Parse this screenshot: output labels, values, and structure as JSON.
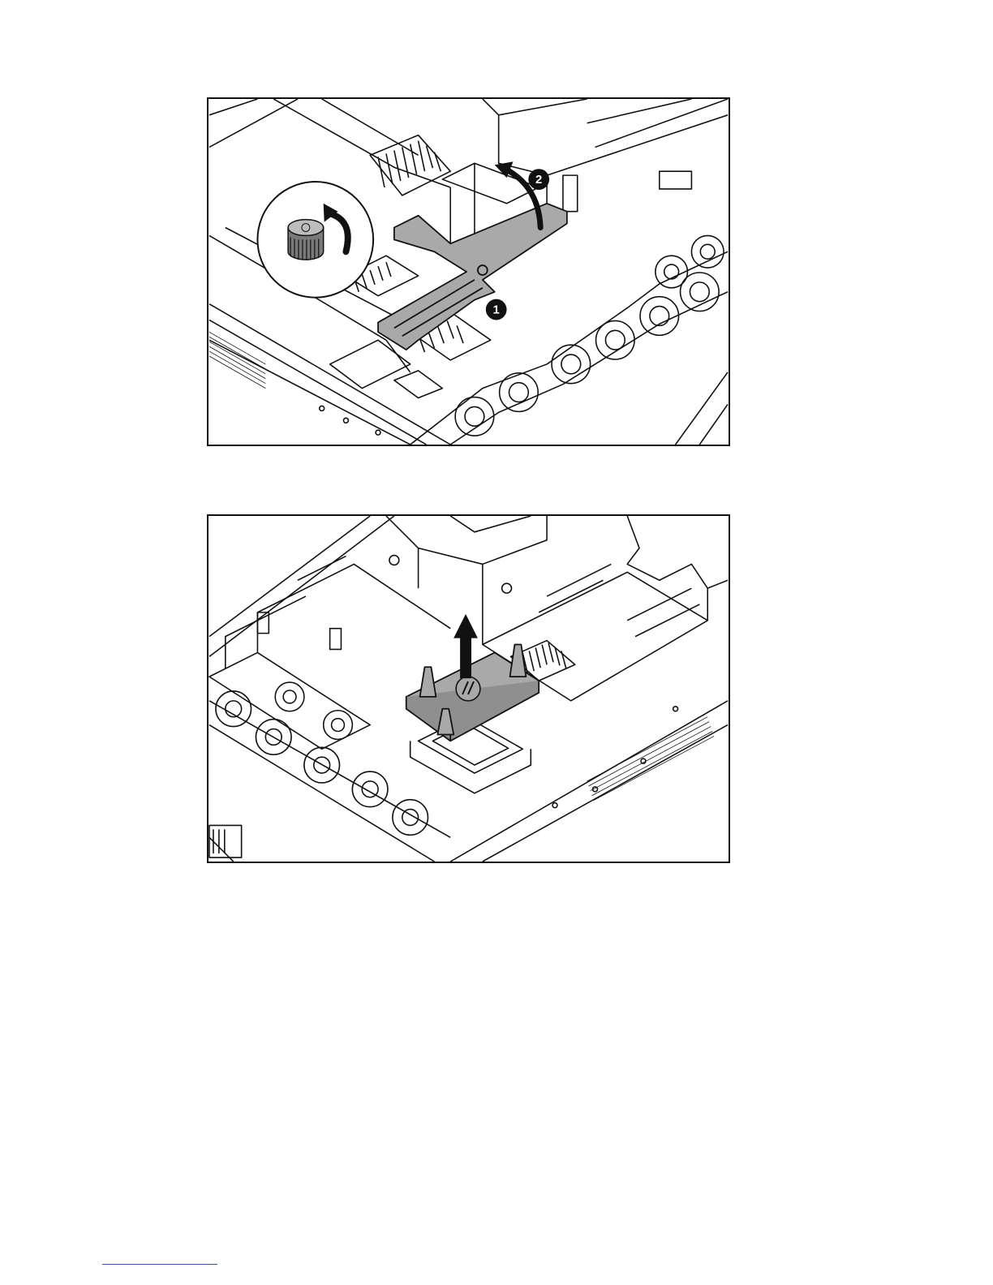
{
  "figures": [
    {
      "id": "step-release-bracket",
      "callouts": [
        "1",
        "2"
      ],
      "icons": [
        "thumbscrew-rotate-icon",
        "curved-arrow-icon"
      ]
    },
    {
      "id": "step-remove-heatsink",
      "icons": [
        "up-arrow-icon",
        "hp-logo-icon"
      ]
    }
  ],
  "colors": {
    "line": "#111111",
    "part_fill": "#a9a9a9",
    "link_underline": "#3a4fa0"
  }
}
